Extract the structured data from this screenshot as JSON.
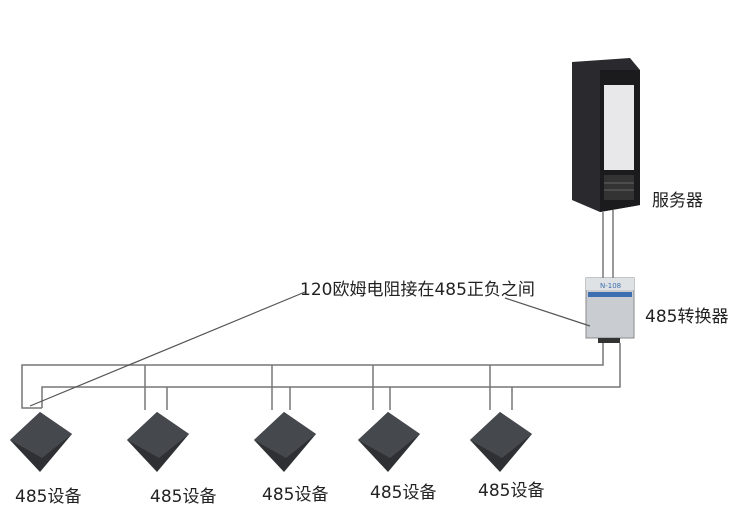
{
  "labels": {
    "server": "服务器",
    "converter": "485转换器",
    "resistor_note": "120欧姆电阻接在485正负之间",
    "converter_model": "N-108"
  },
  "devices": [
    {
      "label": "485设备"
    },
    {
      "label": "485设备"
    },
    {
      "label": "485设备"
    },
    {
      "label": "485设备"
    },
    {
      "label": "485设备"
    }
  ]
}
